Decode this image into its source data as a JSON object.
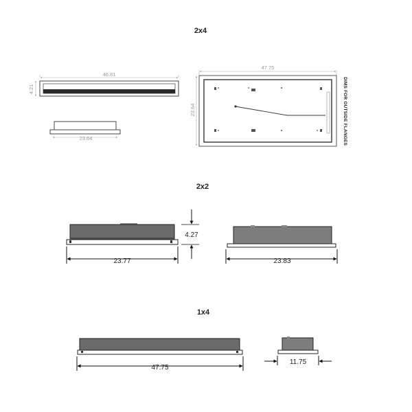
{
  "sections": {
    "s2x4": {
      "title": "2x4",
      "side_length": "46.81",
      "side_height": "4.21",
      "end_width": "23.64",
      "top_length": "47.75",
      "top_width": "23.64",
      "note": "DIMS FOR OUTSIDE FLANGES"
    },
    "s2x2": {
      "title": "2x2",
      "height": "4.27",
      "front_width": "23.77",
      "side_width": "23.83"
    },
    "s1x4": {
      "title": "1x4",
      "length": "47.75",
      "end_width": "11.75"
    }
  }
}
